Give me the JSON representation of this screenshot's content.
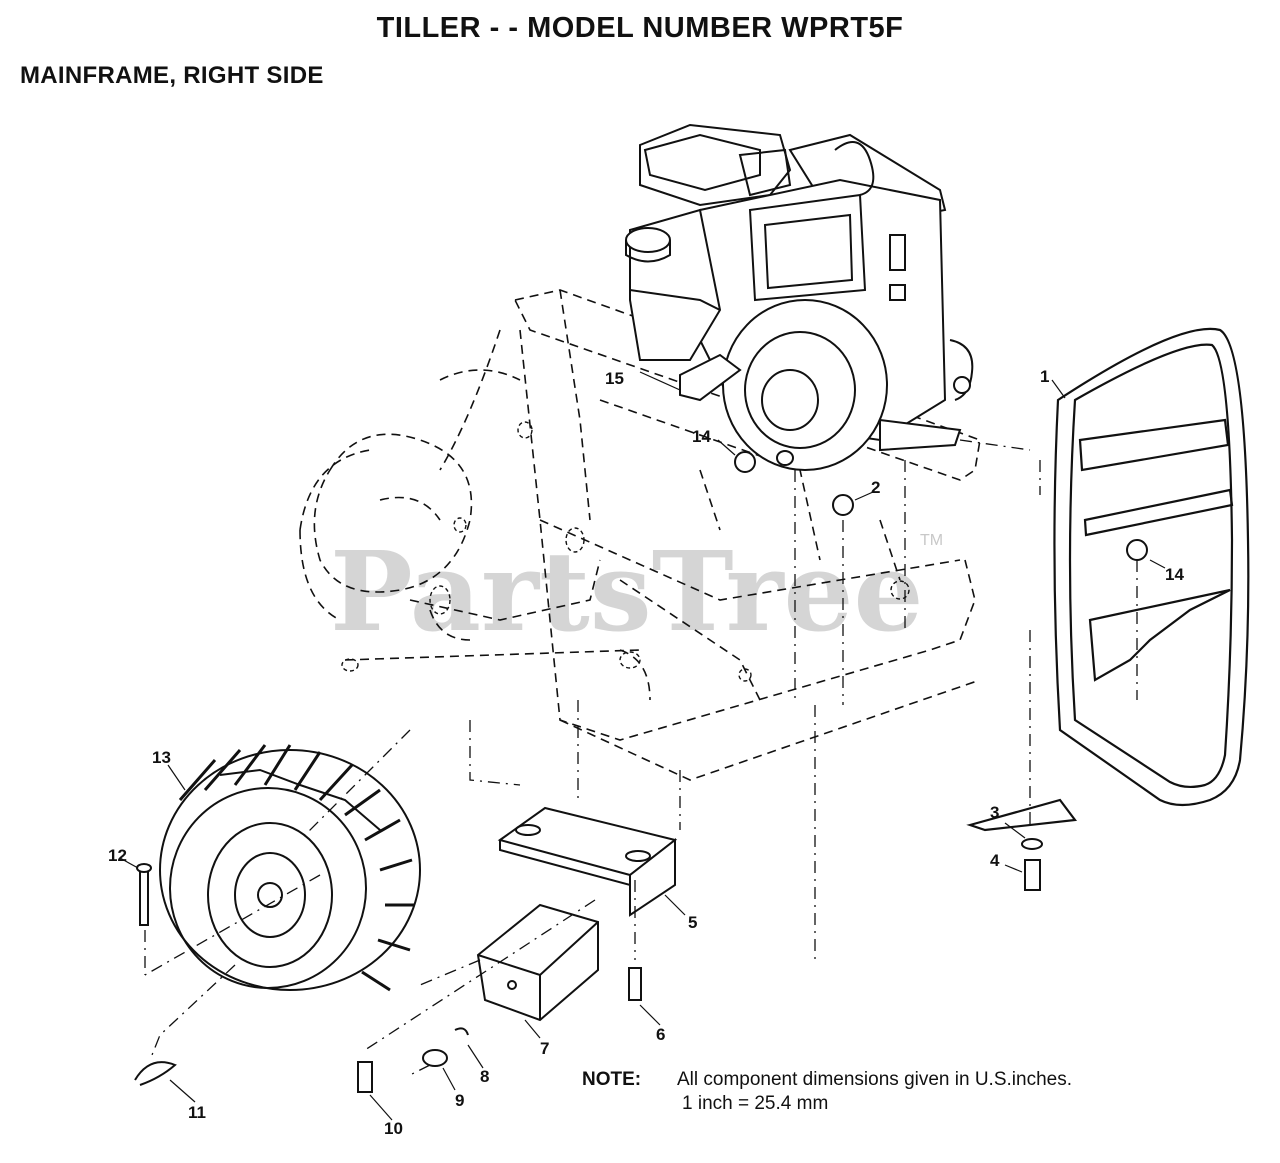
{
  "header": {
    "title": "TILLER - - MODEL NUMBER WPRT5F",
    "section": "MAINFRAME, RIGHT SIDE"
  },
  "watermark": {
    "text": "PartsTree",
    "tm": "TM"
  },
  "callouts": [
    {
      "id": "c1",
      "label": "1"
    },
    {
      "id": "c2",
      "label": "2"
    },
    {
      "id": "c3",
      "label": "3"
    },
    {
      "id": "c4",
      "label": "4"
    },
    {
      "id": "c5",
      "label": "5"
    },
    {
      "id": "c6",
      "label": "6"
    },
    {
      "id": "c7",
      "label": "7"
    },
    {
      "id": "c8",
      "label": "8"
    },
    {
      "id": "c9",
      "label": "9"
    },
    {
      "id": "c10",
      "label": "10"
    },
    {
      "id": "c11",
      "label": "11"
    },
    {
      "id": "c12",
      "label": "12"
    },
    {
      "id": "c13",
      "label": "13"
    },
    {
      "id": "c14a",
      "label": "14"
    },
    {
      "id": "c14b",
      "label": "14"
    },
    {
      "id": "c15",
      "label": "15"
    }
  ],
  "note": {
    "label": "NOTE:",
    "line1": "All component dimensions given in U.S.inches.",
    "line2": "1 inch = 25.4 mm"
  },
  "colors": {
    "ink": "#111111",
    "watermark": "#c8c8c8",
    "background": "#ffffff"
  }
}
